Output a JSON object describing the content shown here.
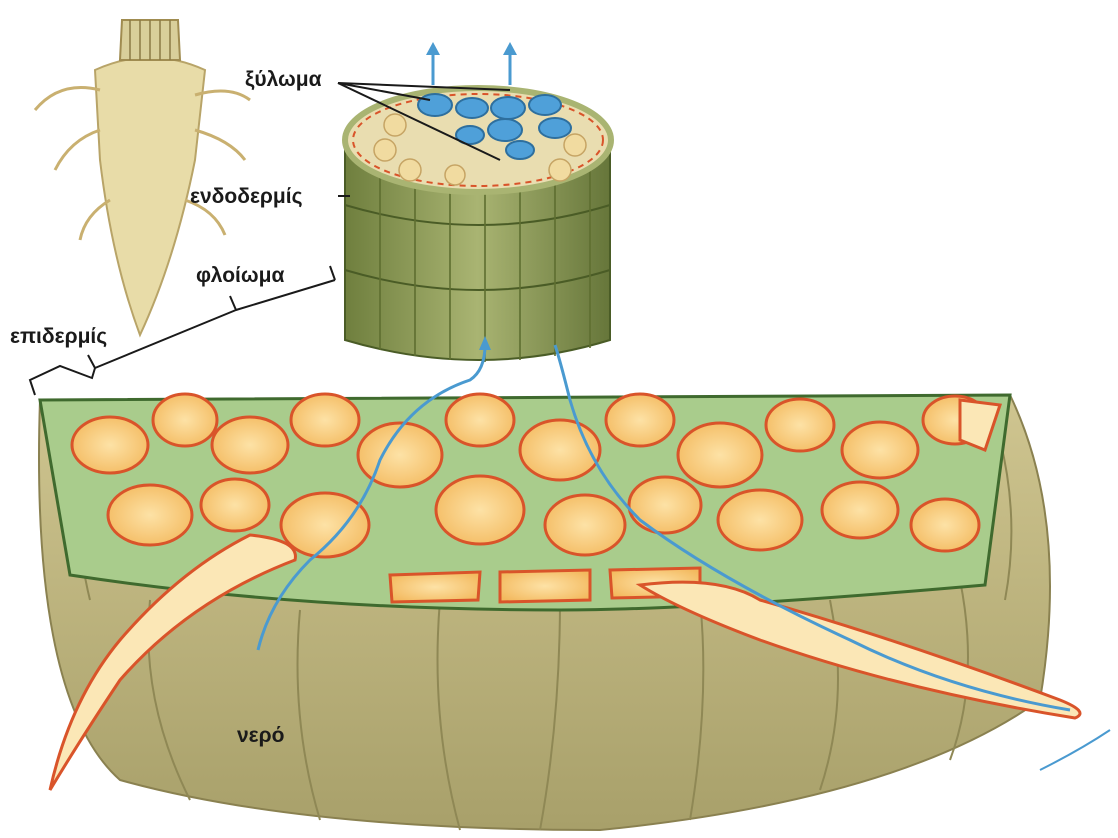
{
  "labels": {
    "xylem": "ξύλωμα",
    "endodermis": "ενδοδερμίς",
    "cortex": "φλοίωμα",
    "epidermis": "επιδερμίς",
    "water": "νερό"
  },
  "colors": {
    "background": "#ffffff",
    "cell_fill": "#f7c97a",
    "cell_wall": "#d9542a",
    "tissue_green": "#8fb36e",
    "dark_green": "#3f6a2e",
    "root_tan": "#c9c08a",
    "stele_olive": "#8a9a52",
    "water_blue": "#4a9ad0",
    "label_text": "#1a1a1a"
  }
}
